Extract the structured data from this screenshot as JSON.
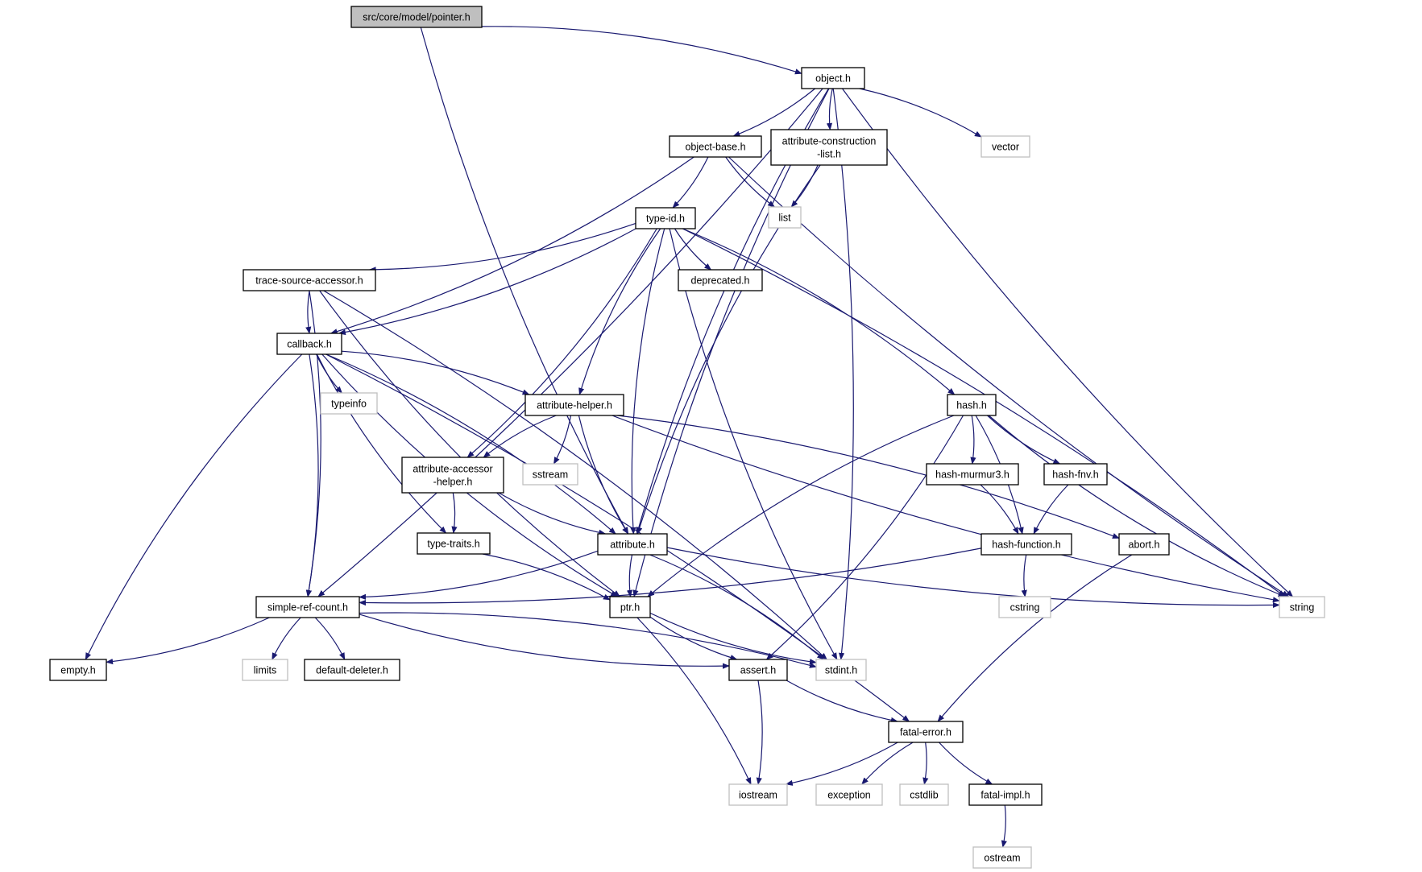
{
  "diagram": {
    "nodes": [
      {
        "id": "pointer",
        "lines": [
          "src/core/model/pointer.h"
        ],
        "kind": "root"
      },
      {
        "id": "object",
        "lines": [
          "object.h"
        ],
        "kind": "local"
      },
      {
        "id": "object_base",
        "lines": [
          "object-base.h"
        ],
        "kind": "local"
      },
      {
        "id": "attr_construction",
        "lines": [
          "attribute-construction",
          "-list.h"
        ],
        "kind": "local"
      },
      {
        "id": "vector",
        "lines": [
          "vector"
        ],
        "kind": "system"
      },
      {
        "id": "list",
        "lines": [
          "list"
        ],
        "kind": "system"
      },
      {
        "id": "type_id",
        "lines": [
          "type-id.h"
        ],
        "kind": "local"
      },
      {
        "id": "trace_source",
        "lines": [
          "trace-source-accessor.h"
        ],
        "kind": "local"
      },
      {
        "id": "deprecated",
        "lines": [
          "deprecated.h"
        ],
        "kind": "local"
      },
      {
        "id": "callback",
        "lines": [
          "callback.h"
        ],
        "kind": "local"
      },
      {
        "id": "typeinfo",
        "lines": [
          "typeinfo"
        ],
        "kind": "system"
      },
      {
        "id": "attr_helper",
        "lines": [
          "attribute-helper.h"
        ],
        "kind": "local"
      },
      {
        "id": "hash",
        "lines": [
          "hash.h"
        ],
        "kind": "local"
      },
      {
        "id": "attr_accessor",
        "lines": [
          "attribute-accessor",
          "-helper.h"
        ],
        "kind": "local"
      },
      {
        "id": "sstream",
        "lines": [
          "sstream"
        ],
        "kind": "system"
      },
      {
        "id": "hash_murmur3",
        "lines": [
          "hash-murmur3.h"
        ],
        "kind": "local"
      },
      {
        "id": "hash_fnv",
        "lines": [
          "hash-fnv.h"
        ],
        "kind": "local"
      },
      {
        "id": "type_traits",
        "lines": [
          "type-traits.h"
        ],
        "kind": "local"
      },
      {
        "id": "attribute",
        "lines": [
          "attribute.h"
        ],
        "kind": "local"
      },
      {
        "id": "hash_function",
        "lines": [
          "hash-function.h"
        ],
        "kind": "local"
      },
      {
        "id": "abort",
        "lines": [
          "abort.h"
        ],
        "kind": "local"
      },
      {
        "id": "simple_ref",
        "lines": [
          "simple-ref-count.h"
        ],
        "kind": "local"
      },
      {
        "id": "ptr",
        "lines": [
          "ptr.h"
        ],
        "kind": "local"
      },
      {
        "id": "cstring",
        "lines": [
          "cstring"
        ],
        "kind": "system"
      },
      {
        "id": "string",
        "lines": [
          "string"
        ],
        "kind": "system"
      },
      {
        "id": "empty",
        "lines": [
          "empty.h"
        ],
        "kind": "local"
      },
      {
        "id": "limits",
        "lines": [
          "limits"
        ],
        "kind": "system"
      },
      {
        "id": "default_deleter",
        "lines": [
          "default-deleter.h"
        ],
        "kind": "local"
      },
      {
        "id": "assert",
        "lines": [
          "assert.h"
        ],
        "kind": "local"
      },
      {
        "id": "stdint",
        "lines": [
          "stdint.h"
        ],
        "kind": "system"
      },
      {
        "id": "fatal_error",
        "lines": [
          "fatal-error.h"
        ],
        "kind": "local"
      },
      {
        "id": "iostream",
        "lines": [
          "iostream"
        ],
        "kind": "system"
      },
      {
        "id": "exception",
        "lines": [
          "exception"
        ],
        "kind": "system"
      },
      {
        "id": "cstdlib",
        "lines": [
          "cstdlib"
        ],
        "kind": "system"
      },
      {
        "id": "fatal_impl",
        "lines": [
          "fatal-impl.h"
        ],
        "kind": "local"
      },
      {
        "id": "ostream",
        "lines": [
          "ostream"
        ],
        "kind": "system"
      }
    ],
    "edges": [
      [
        "pointer",
        "object"
      ],
      [
        "pointer",
        "attribute"
      ],
      [
        "object",
        "object_base"
      ],
      [
        "object",
        "attr_construction"
      ],
      [
        "object",
        "vector"
      ],
      [
        "object",
        "string"
      ],
      [
        "object",
        "stdint"
      ],
      [
        "object",
        "attribute"
      ],
      [
        "object",
        "simple_ref"
      ],
      [
        "object",
        "ptr"
      ],
      [
        "object_base",
        "type_id"
      ],
      [
        "object_base",
        "list"
      ],
      [
        "object_base",
        "callback"
      ],
      [
        "object_base",
        "string"
      ],
      [
        "attr_construction",
        "list"
      ],
      [
        "attr_construction",
        "attribute"
      ],
      [
        "type_id",
        "trace_source"
      ],
      [
        "type_id",
        "deprecated"
      ],
      [
        "type_id",
        "callback"
      ],
      [
        "type_id",
        "attr_helper"
      ],
      [
        "type_id",
        "attr_accessor"
      ],
      [
        "type_id",
        "attribute"
      ],
      [
        "type_id",
        "hash"
      ],
      [
        "type_id",
        "stdint"
      ],
      [
        "type_id",
        "string"
      ],
      [
        "trace_source",
        "callback"
      ],
      [
        "trace_source",
        "simple_ref"
      ],
      [
        "trace_source",
        "ptr"
      ],
      [
        "trace_source",
        "stdint"
      ],
      [
        "callback",
        "typeinfo"
      ],
      [
        "callback",
        "attr_helper"
      ],
      [
        "callback",
        "type_traits"
      ],
      [
        "callback",
        "attribute"
      ],
      [
        "callback",
        "ptr"
      ],
      [
        "callback",
        "simple_ref"
      ],
      [
        "callback",
        "empty"
      ],
      [
        "callback",
        "fatal_error"
      ],
      [
        "attr_helper",
        "attr_accessor"
      ],
      [
        "attr_helper",
        "sstream"
      ],
      [
        "attr_helper",
        "attribute"
      ],
      [
        "attr_helper",
        "abort"
      ],
      [
        "attr_helper",
        "string"
      ],
      [
        "hash",
        "hash_murmur3"
      ],
      [
        "hash",
        "hash_fnv"
      ],
      [
        "hash",
        "hash_function"
      ],
      [
        "hash",
        "ptr"
      ],
      [
        "hash",
        "assert"
      ],
      [
        "hash",
        "string"
      ],
      [
        "attr_accessor",
        "type_traits"
      ],
      [
        "attr_accessor",
        "attribute"
      ],
      [
        "hash_murmur3",
        "hash_function"
      ],
      [
        "hash_fnv",
        "hash_function"
      ],
      [
        "type_traits",
        "ptr"
      ],
      [
        "attribute",
        "ptr"
      ],
      [
        "attribute",
        "simple_ref"
      ],
      [
        "attribute",
        "string"
      ],
      [
        "attribute",
        "stdint"
      ],
      [
        "hash_function",
        "cstring"
      ],
      [
        "hash_function",
        "simple_ref"
      ],
      [
        "abort",
        "fatal_error"
      ],
      [
        "simple_ref",
        "empty"
      ],
      [
        "simple_ref",
        "limits"
      ],
      [
        "simple_ref",
        "default_deleter"
      ],
      [
        "simple_ref",
        "assert"
      ],
      [
        "simple_ref",
        "stdint"
      ],
      [
        "ptr",
        "assert"
      ],
      [
        "ptr",
        "iostream"
      ],
      [
        "ptr",
        "stdint"
      ],
      [
        "assert",
        "iostream"
      ],
      [
        "assert",
        "fatal_error"
      ],
      [
        "fatal_error",
        "iostream"
      ],
      [
        "fatal_error",
        "exception"
      ],
      [
        "fatal_error",
        "cstdlib"
      ],
      [
        "fatal_error",
        "fatal_impl"
      ],
      [
        "fatal_impl",
        "ostream"
      ]
    ]
  }
}
